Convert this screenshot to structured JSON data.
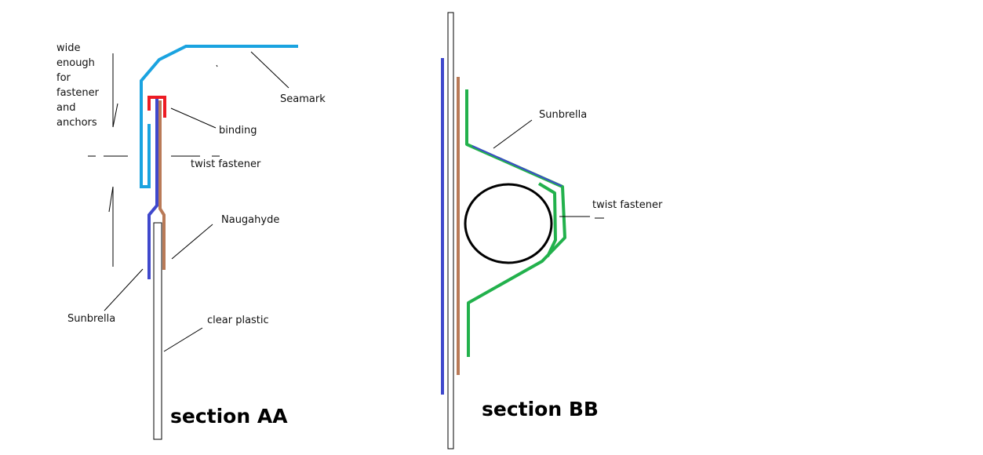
{
  "section_aa": {
    "title": "section AA",
    "labels": {
      "wide_note": [
        "wide",
        "enough",
        "for",
        "fastener",
        "and",
        "anchors"
      ],
      "seamark": "Seamark",
      "binding": "binding",
      "twist_fastener": "twist fastener",
      "naugahyde": "Naugahyde",
      "sunbrella": "Sunbrella",
      "clear_plastic": "clear plastic"
    }
  },
  "section_bb": {
    "title": "section BB",
    "labels": {
      "sunbrella": "Sunbrella",
      "twist_fastener": "twist fastener"
    }
  },
  "colors": {
    "seamark": "#1aa3e0",
    "sunbrella": "#3f48cc",
    "naugahyde": "#b97a57",
    "binding": "#ed1c24",
    "sunbrella_bb": "#22b14c",
    "fastener": "#000000",
    "leader": "#000000"
  }
}
